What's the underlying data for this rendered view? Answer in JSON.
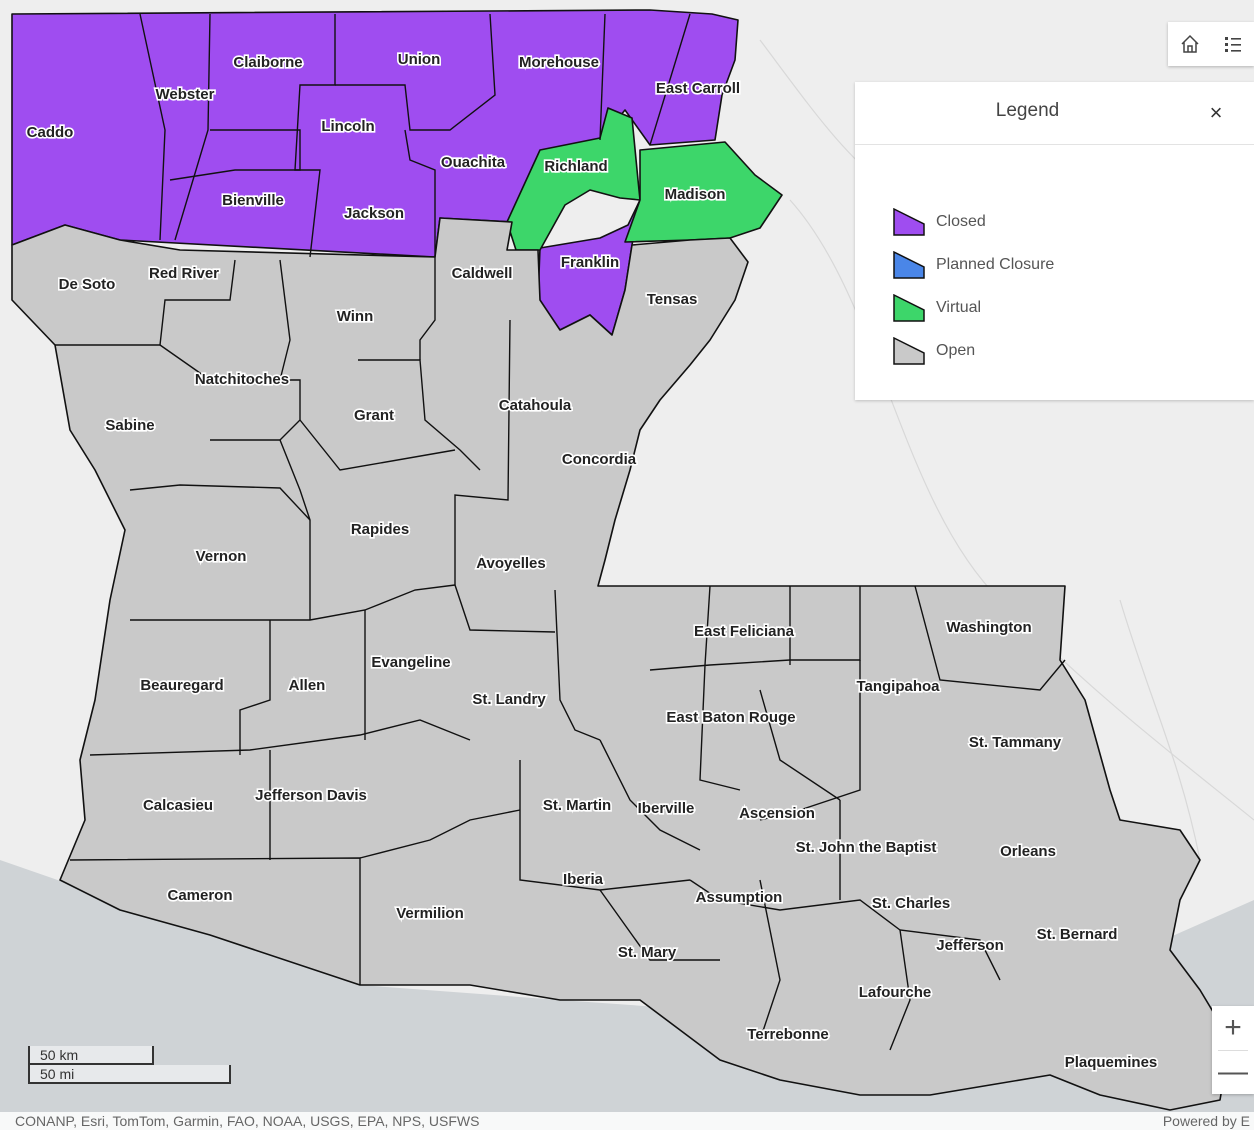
{
  "legend": {
    "title": "Legend",
    "close_symbol": "×",
    "items": [
      {
        "label": "Closed",
        "color": "#9f4df0"
      },
      {
        "label": "Planned Closure",
        "color": "#4a86e8"
      },
      {
        "label": "Virtual",
        "color": "#3dd66a"
      },
      {
        "label": "Open",
        "color": "#c9c9c9"
      }
    ]
  },
  "toolbar": {
    "home_icon": "home-icon",
    "legend_icon": "legend-list-icon"
  },
  "zoom": {
    "in_symbol": "+",
    "out_symbol": "—"
  },
  "scale": {
    "km_label": "50 km",
    "mi_label": "50 mi"
  },
  "attribution": {
    "sources": "CONANP, Esri, TomTom, Garmin, FAO, NOAA, USGS, EPA, NPS, USFWS",
    "powered_by": "Powered by E"
  },
  "colors": {
    "closed": "#9f4df0",
    "virtual": "#3dd66a",
    "open": "#c9c9c9",
    "water": "#cfd3d6",
    "land": "#eeeeee"
  },
  "parishes": [
    {
      "name": "Caddo",
      "status": "closed"
    },
    {
      "name": "Webster",
      "status": "closed"
    },
    {
      "name": "Claiborne",
      "status": "closed"
    },
    {
      "name": "Union",
      "status": "closed"
    },
    {
      "name": "Morehouse",
      "status": "closed"
    },
    {
      "name": "East Carroll",
      "status": "closed"
    },
    {
      "name": "Lincoln",
      "status": "closed"
    },
    {
      "name": "Bienville",
      "status": "closed"
    },
    {
      "name": "Jackson",
      "status": "closed"
    },
    {
      "name": "Ouachita",
      "status": "closed"
    },
    {
      "name": "Richland",
      "status": "virtual"
    },
    {
      "name": "Madison",
      "status": "virtual"
    },
    {
      "name": "Franklin",
      "status": "closed"
    },
    {
      "name": "De Soto",
      "status": "open"
    },
    {
      "name": "Red River",
      "status": "open"
    },
    {
      "name": "Caldwell",
      "status": "open"
    },
    {
      "name": "Tensas",
      "status": "open"
    },
    {
      "name": "Winn",
      "status": "open"
    },
    {
      "name": "Natchitoches",
      "status": "open"
    },
    {
      "name": "Sabine",
      "status": "open"
    },
    {
      "name": "Grant",
      "status": "open"
    },
    {
      "name": "Catahoula",
      "status": "open"
    },
    {
      "name": "Concordia",
      "status": "open"
    },
    {
      "name": "Rapides",
      "status": "open"
    },
    {
      "name": "Vernon",
      "status": "open"
    },
    {
      "name": "Avoyelles",
      "status": "open"
    },
    {
      "name": "East Feliciana",
      "status": "open"
    },
    {
      "name": "Washington",
      "status": "open"
    },
    {
      "name": "Evangeline",
      "status": "open"
    },
    {
      "name": "Beauregard",
      "status": "open"
    },
    {
      "name": "Allen",
      "status": "open"
    },
    {
      "name": "St. Landry",
      "status": "open"
    },
    {
      "name": "Tangipahoa",
      "status": "open"
    },
    {
      "name": "East Baton Rouge",
      "status": "open"
    },
    {
      "name": "St. Tammany",
      "status": "open"
    },
    {
      "name": "Jefferson Davis",
      "status": "open"
    },
    {
      "name": "Calcasieu",
      "status": "open"
    },
    {
      "name": "St. Martin",
      "status": "open"
    },
    {
      "name": "Iberville",
      "status": "open"
    },
    {
      "name": "Ascension",
      "status": "open"
    },
    {
      "name": "St. John the Baptist",
      "status": "open"
    },
    {
      "name": "Orleans",
      "status": "open"
    },
    {
      "name": "Cameron",
      "status": "open"
    },
    {
      "name": "Iberia",
      "status": "open"
    },
    {
      "name": "Assumption",
      "status": "open"
    },
    {
      "name": "St. Charles",
      "status": "open"
    },
    {
      "name": "Vermilion",
      "status": "open"
    },
    {
      "name": "Jefferson",
      "status": "open"
    },
    {
      "name": "St. Bernard",
      "status": "open"
    },
    {
      "name": "St. Mary",
      "status": "open"
    },
    {
      "name": "Lafourche",
      "status": "open"
    },
    {
      "name": "Terrebonne",
      "status": "open"
    },
    {
      "name": "Plaquemines",
      "status": "open"
    }
  ]
}
